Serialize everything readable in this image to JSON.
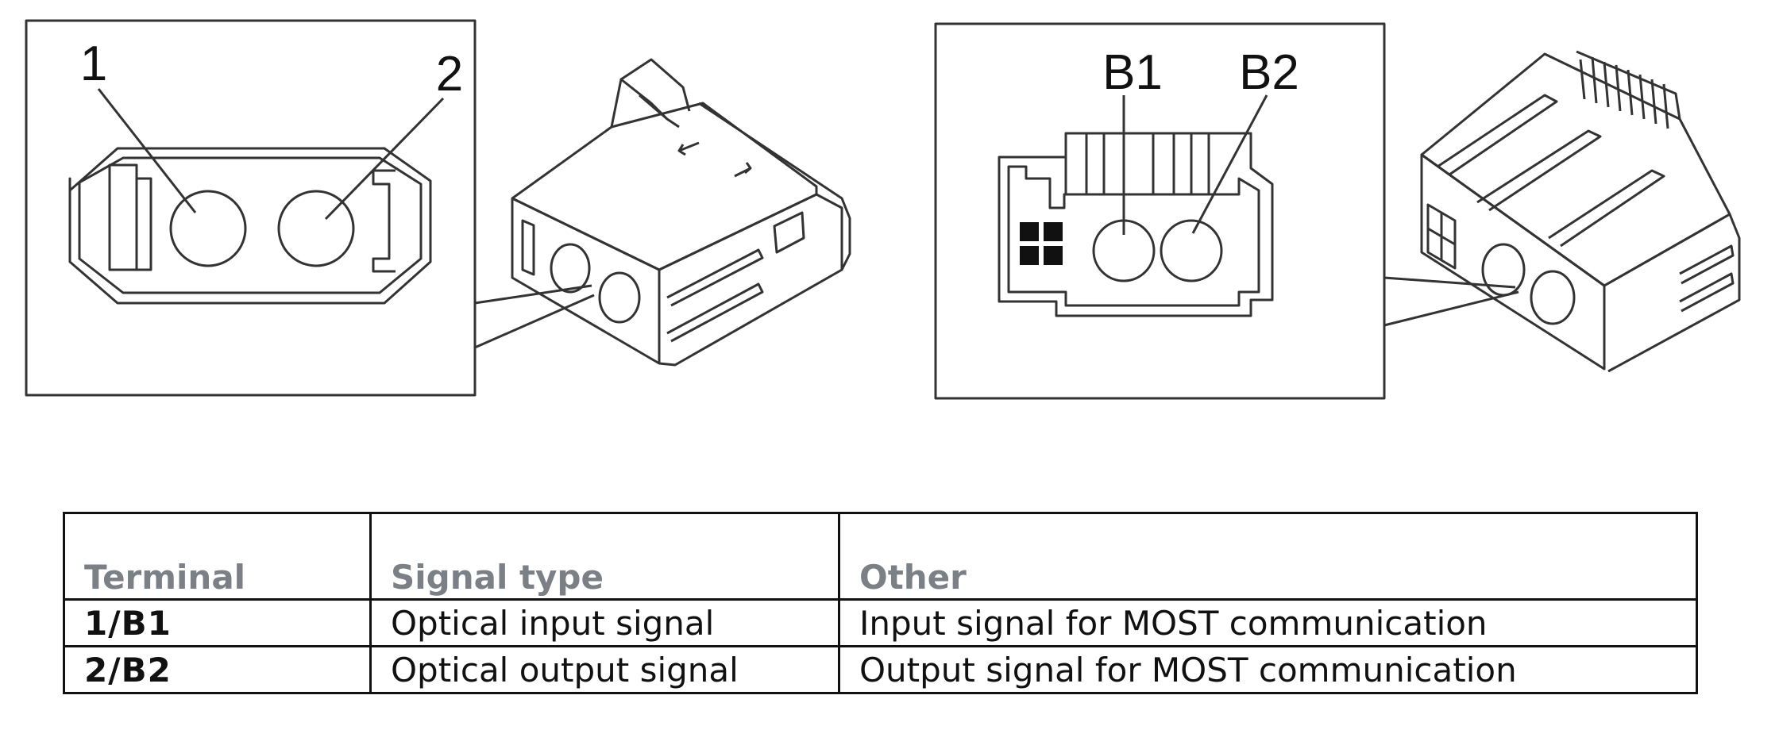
{
  "diagram": {
    "left_inset": {
      "labels": [
        "1",
        "2"
      ]
    },
    "right_inset": {
      "labels": [
        "B1",
        "B2"
      ]
    }
  },
  "table": {
    "headers": [
      "Terminal",
      "Signal type",
      "Other"
    ],
    "rows": [
      [
        "1/B1",
        "Optical input signal",
        "Input signal for MOST communication"
      ],
      [
        "2/B2",
        "Optical output signal",
        "Output signal for MOST communication"
      ]
    ]
  }
}
